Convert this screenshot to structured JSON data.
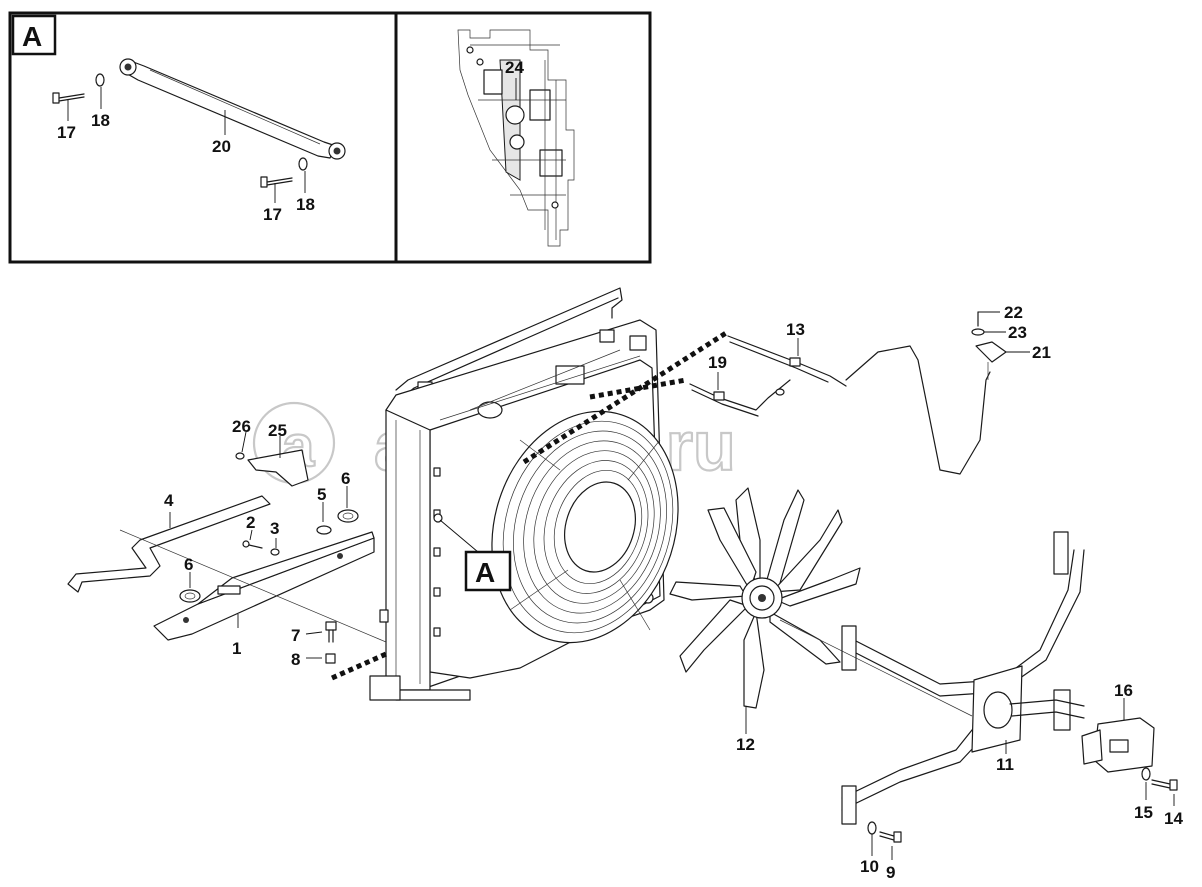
{
  "watermark": "autoliter.ru",
  "detail_view": {
    "label": "A"
  },
  "view_reference": {
    "label": "A"
  },
  "callouts": {
    "c1": "1",
    "c2": "2",
    "c3": "3",
    "c4": "4",
    "c5": "5",
    "c6a": "6",
    "c6b": "6",
    "c7": "7",
    "c8": "8",
    "c9": "9",
    "c10": "10",
    "c11": "11",
    "c12": "12",
    "c13": "13",
    "c14": "14",
    "c15": "15",
    "c16": "16",
    "c17a": "17",
    "c17b": "17",
    "c18a": "18",
    "c18b": "18",
    "c19": "19",
    "c20": "20",
    "c21": "21",
    "c22": "22",
    "c23": "23",
    "c24": "24",
    "c25": "25",
    "c26": "26"
  }
}
